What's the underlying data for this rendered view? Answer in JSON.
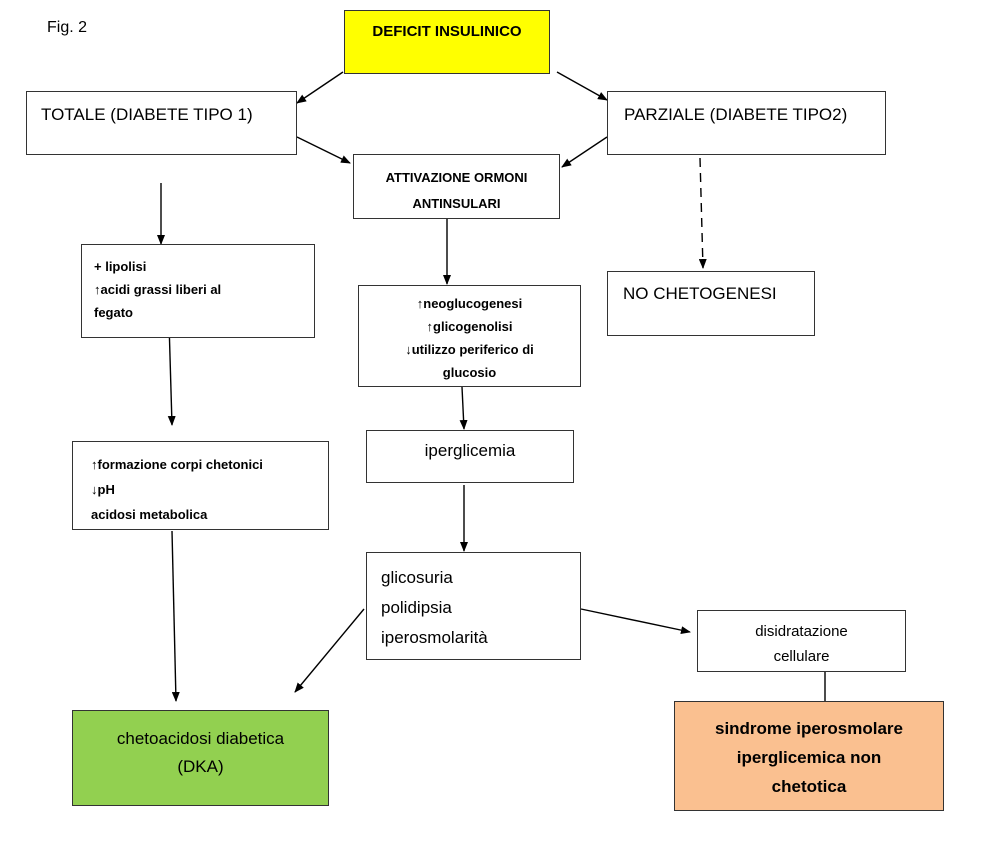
{
  "figure_label": "Fig. 2",
  "nodes": {
    "deficit": {
      "lines": [
        "DEFICIT INSULINICO"
      ],
      "fill": "#ffff00"
    },
    "totale": {
      "lines": [
        "TOTALE (DIABETE TIPO 1)"
      ]
    },
    "parziale": {
      "lines": [
        "PARZIALE (DIABETE TIPO2)"
      ]
    },
    "attivazione": {
      "lines": [
        "ATTIVAZIONE ORMONI",
        "ANTINSULARI"
      ]
    },
    "lipolisi": {
      "lines": [
        "+ lipolisi",
        "↑acidi grassi liberi al",
        "fegato"
      ]
    },
    "neoglucogenesi": {
      "lines": [
        "↑neoglucogenesi",
        "↑glicogenolisi",
        "↓utilizzo periferico di",
        "glucosio"
      ]
    },
    "no_chetogenesi": {
      "lines": [
        "NO CHETOGENESI"
      ]
    },
    "iperglicemia": {
      "lines": [
        "iperglicemia"
      ]
    },
    "chetonici": {
      "lines": [
        "↑formazione corpi chetonici",
        "↓pH",
        "acidosi metabolica"
      ]
    },
    "glicosuria": {
      "lines": [
        "glicosuria",
        "polidipsia",
        "iperosmolarità"
      ]
    },
    "disidratazione": {
      "lines": [
        "disidratazione",
        "cellulare"
      ]
    },
    "dka": {
      "lines": [
        "chetoacidosi diabetica",
        "(DKA)"
      ],
      "fill": "#92d050"
    },
    "sindrome": {
      "lines": [
        "sindrome iperosmolare",
        "iperglicemica non",
        "chetotica"
      ],
      "fill": "#fac090"
    }
  },
  "edges": [
    {
      "from": "deficit",
      "to": "totale",
      "style": "solid"
    },
    {
      "from": "deficit",
      "to": "parziale",
      "style": "solid"
    },
    {
      "from": "totale",
      "to": "attivazione",
      "style": "solid"
    },
    {
      "from": "parziale",
      "to": "attivazione",
      "style": "solid"
    },
    {
      "from": "totale",
      "to": "lipolisi",
      "style": "solid"
    },
    {
      "from": "parziale",
      "to": "no_chetogenesi",
      "style": "dashed"
    },
    {
      "from": "attivazione",
      "to": "neoglucogenesi",
      "style": "solid"
    },
    {
      "from": "lipolisi",
      "to": "chetonici",
      "style": "solid"
    },
    {
      "from": "neoglucogenesi",
      "to": "iperglicemia",
      "style": "solid"
    },
    {
      "from": "iperglicemia",
      "to": "glicosuria",
      "style": "solid"
    },
    {
      "from": "chetonici",
      "to": "dka",
      "style": "solid"
    },
    {
      "from": "glicosuria",
      "to": "dka",
      "style": "solid"
    },
    {
      "from": "glicosuria",
      "to": "disidratazione",
      "style": "solid"
    },
    {
      "from": "disidratazione",
      "to": "sindrome",
      "style": "solid"
    }
  ]
}
